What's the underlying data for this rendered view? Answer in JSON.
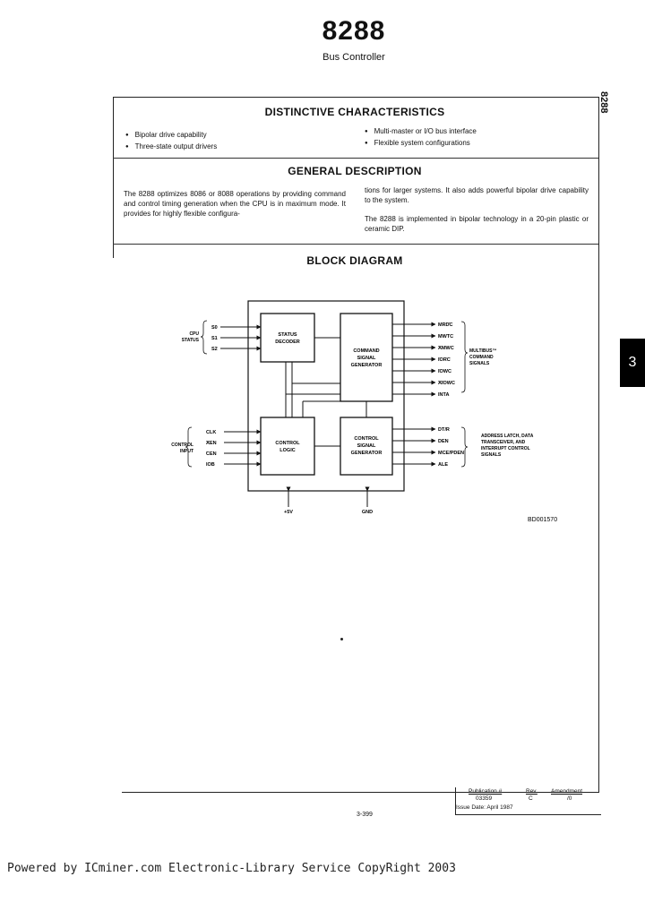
{
  "header": {
    "part_number": "8288",
    "subtitle": "Bus Controller",
    "side_tab": "8288",
    "chapter_tab": "3"
  },
  "distinctive_characteristics": {
    "title": "DISTINCTIVE CHARACTERISTICS",
    "left_items": [
      "Bipolar drive capability",
      "Three-state output drivers"
    ],
    "right_items": [
      "Multi-master or I/O bus interface",
      "Flexible system configurations"
    ]
  },
  "general_description": {
    "title": "GENERAL DESCRIPTION",
    "left_paragraph": "The 8288 optimizes 8086 or 8088 operations by providing command and control timing generation when the CPU is in maximum mode. It provides for highly flexible configura-",
    "right_paragraph_1": "tions for larger systems. It also adds powerful bipolar drive capability to the system.",
    "right_paragraph_2": "The 8288 is implemented in bipolar technology in a 20-pin plastic or ceramic DIP."
  },
  "block_diagram": {
    "title": "BLOCK DIAGRAM",
    "blocks": {
      "status_decoder": [
        "STATUS",
        "DECODER"
      ],
      "command_signal_generator": [
        "COMMAND",
        "SIGNAL",
        "GENERATOR"
      ],
      "control_logic": [
        "CONTROL",
        "LOGIC"
      ],
      "control_signal_generator": [
        "CONTROL",
        "SIGNAL",
        "GENERATOR"
      ]
    },
    "cpu_status_label": [
      "CPU",
      "STATUS"
    ],
    "status_inputs": [
      "S0",
      "S1",
      "S2"
    ],
    "control_input_label": [
      "CONTROL",
      "INPUT"
    ],
    "control_inputs": [
      "CLK",
      "AEN",
      "CEN",
      "IOB"
    ],
    "command_outputs": [
      "MRDC",
      "MWTC",
      "AMWC",
      "IORC",
      "IOWC",
      "AIOWC",
      "INTA"
    ],
    "multibus_label": [
      "MULTIBUS™",
      "COMMAND",
      "SIGNALS"
    ],
    "control_outputs": [
      "DT/R",
      "DEN",
      "MCE/PDEN",
      "ALE"
    ],
    "control_outputs_label": [
      "ADDRESS LATCH, DATA",
      "TRANSCEIVER, AND",
      "INTERRUPT CONTROL",
      "SIGNALS"
    ],
    "power": "+5V",
    "ground": "GND",
    "figure_id": "BD001570"
  },
  "footer": {
    "page_number": "3-399",
    "publication_label": "Publication #",
    "publication_value": "03359",
    "rev_label": "Rev.",
    "rev_value": "C",
    "amendment_label": "Amendment",
    "amendment_value": "/0",
    "issue_date": "Issue Date: April 1987",
    "credit": "Powered by ICminer.com Electronic-Library Service CopyRight 2003"
  }
}
